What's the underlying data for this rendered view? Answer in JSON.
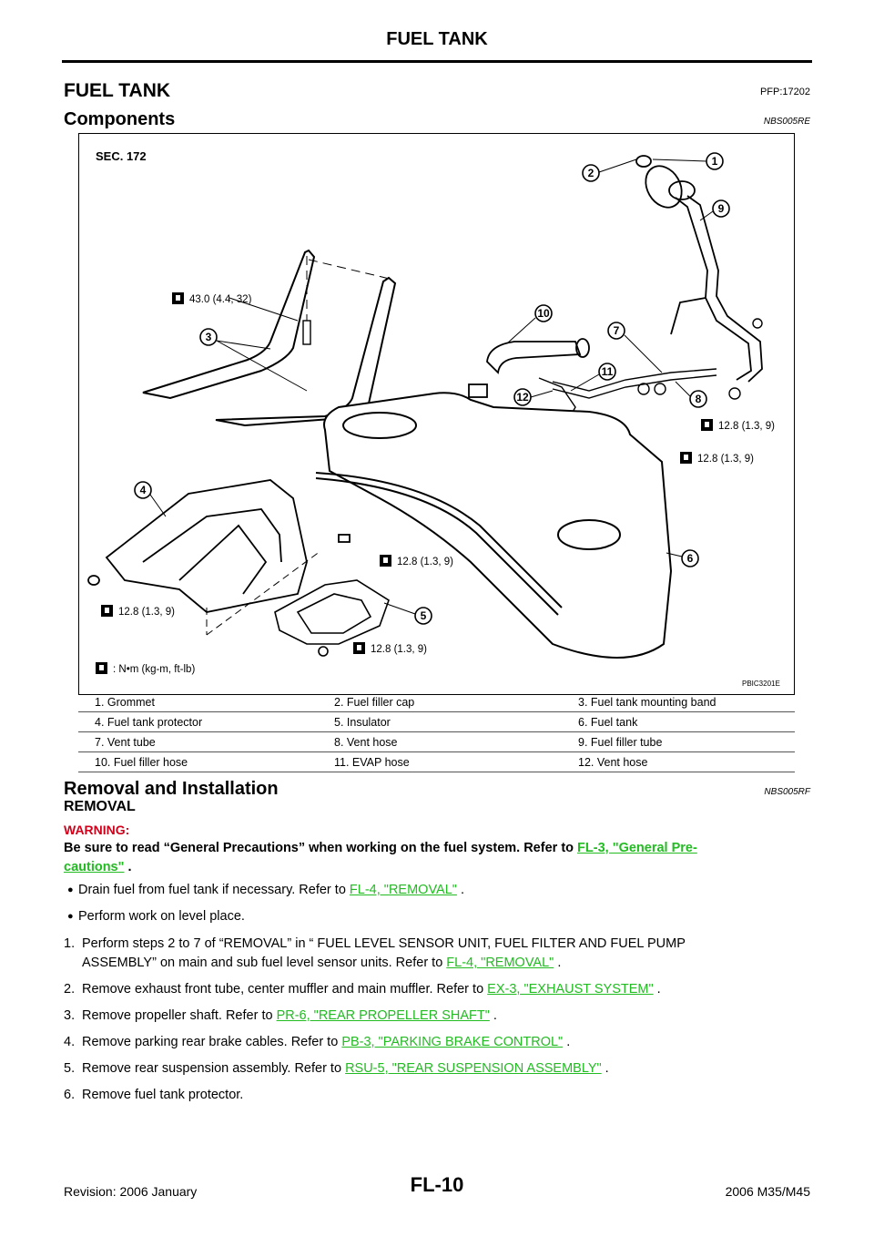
{
  "header": {
    "title": "FUEL TANK"
  },
  "section": {
    "title": "FUEL TANK",
    "code": "PFP:17202"
  },
  "components": {
    "title": "Components",
    "code": "NBS005RE"
  },
  "figure": {
    "sec_label": "SEC. 172",
    "figure_id": "PBIC3201E",
    "torque_values": {
      "t43": "43.0 (4.4, 32)",
      "t_tube_upper": "12.8 (1.3, 9)",
      "t_tube_lower": "12.8 (1.3, 9)",
      "t_bolt": "12.8 (1.3, 9)",
      "t_protector": "12.8 (1.3, 9)",
      "t_insulator": "12.8 (1.3, 9)"
    },
    "torque_unit_legend": ": N•m (kg-m, ft-lb)",
    "callouts": [
      "1",
      "2",
      "3",
      "4",
      "5",
      "6",
      "7",
      "8",
      "9",
      "10",
      "11",
      "12"
    ]
  },
  "legend": {
    "rows": [
      [
        "1.   Grommet",
        "2.   Fuel filler cap",
        "3.   Fuel tank mounting band"
      ],
      [
        "4.   Fuel tank protector",
        "5.   Insulator",
        "6.   Fuel tank"
      ],
      [
        "7.   Vent tube",
        "8.   Vent hose",
        "9.   Fuel filler tube"
      ],
      [
        "10.  Fuel filler hose",
        "11.  EVAP hose",
        "12.  Vent hose"
      ]
    ]
  },
  "removal_installation": {
    "title": "Removal and Installation",
    "code": "NBS005RF",
    "removal_heading": "REMOVAL",
    "warning_label": "WARNING:",
    "warning_text": "Be sure to read “General Precautions” when working on the fuel system. Refer to",
    "warning_link_1": "FL-3, \"General Pre-",
    "warning_link_2": "cautions\"",
    "warning_tail": " .",
    "bullets": [
      {
        "text": "Drain fuel from fuel tank if necessary. Refer to ",
        "link": "FL-4, \"REMOVAL\"",
        "tail": " ."
      },
      {
        "text": "Perform work on level place.",
        "link": "",
        "tail": ""
      }
    ],
    "steps": [
      {
        "num": "1.",
        "line1": "Perform steps 2 to 7 of “REMOVAL” in “ FUEL LEVEL SENSOR UNIT, FUEL FILTER AND FUEL PUMP",
        "line2": "ASSEMBLY” on main and sub fuel level sensor units. Refer to ",
        "link": "FL-4, \"REMOVAL\"",
        "tail": " ."
      },
      {
        "num": "2.",
        "line1": "Remove exhaust front tube, center muffler and main muffler. Refer to ",
        "link": "EX-3, \"EXHAUST SYSTEM\"",
        "tail": " ."
      },
      {
        "num": "3.",
        "line1": "Remove propeller shaft. Refer to ",
        "link": "PR-6, \"REAR PROPELLER SHAFT\"",
        "tail": " ."
      },
      {
        "num": "4.",
        "line1": "Remove parking rear brake cables. Refer to ",
        "link": "PB-3, \"PARKING BRAKE CONTROL\"",
        "tail": " ."
      },
      {
        "num": "5.",
        "line1": "Remove rear suspension assembly. Refer to ",
        "link": "RSU-5, \"REAR SUSPENSION ASSEMBLY\"",
        "tail": " ."
      },
      {
        "num": "6.",
        "line1": "Remove fuel tank protector.",
        "link": "",
        "tail": ""
      }
    ]
  },
  "footer": {
    "revision": "Revision: 2006 January",
    "page": "FL-10",
    "model": "2006 M35/M45"
  }
}
